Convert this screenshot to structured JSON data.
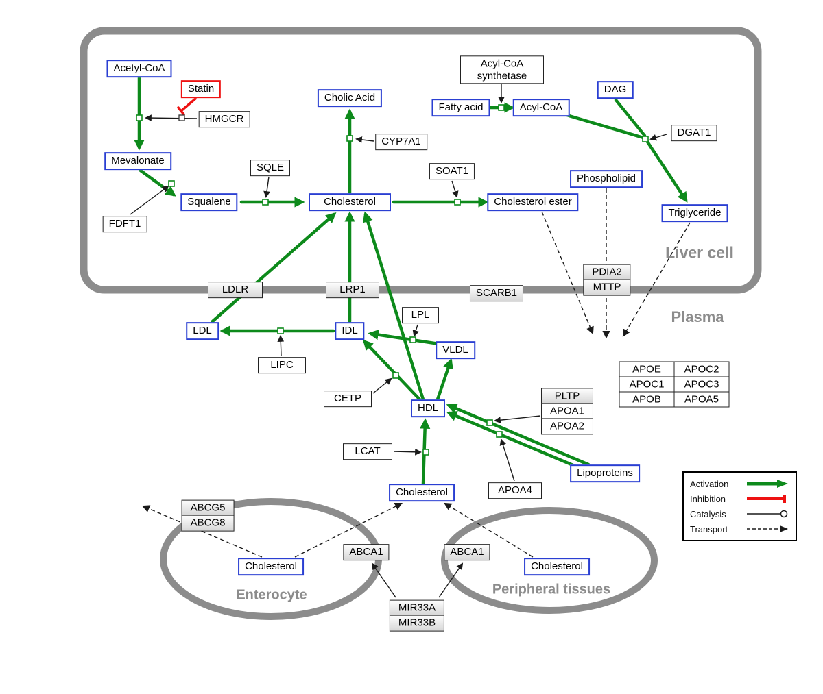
{
  "compartments": {
    "liver": "Liver cell",
    "plasma": "Plasma",
    "enterocyte": "Enterocyte",
    "peripheral": "Peripheral tissues"
  },
  "nodes": {
    "acetyl_coa": "Acetyl-CoA",
    "statin": "Statin",
    "hmgcr": "HMGCR",
    "mevalonate": "Mevalonate",
    "fdft1": "FDFT1",
    "squalene": "Squalene",
    "sqle": "SQLE",
    "cholesterol_liver": "Cholesterol",
    "cholic_acid": "Cholic Acid",
    "cyp7a1": "CYP7A1",
    "soat1": "SOAT1",
    "cholesterol_ester": "Cholesterol ester",
    "acyl_coa_synthetase": "Acyl-CoA synthetase",
    "fatty_acid": "Fatty acid",
    "acyl_coa": "Acyl-CoA",
    "dag": "DAG",
    "dgat1": "DGAT1",
    "phospholipid": "Phospholipid",
    "triglyceride": "Triglyceride",
    "ldlr": "LDLR",
    "lrp1": "LRP1",
    "scarb1": "SCARB1",
    "pdia2": "PDIA2",
    "mttp": "MTTP",
    "ldl": "LDL",
    "lipc": "LIPC",
    "idl": "IDL",
    "lpl": "LPL",
    "vldl": "VLDL",
    "cetp": "CETP",
    "hdl": "HDL",
    "lcat": "LCAT",
    "pltp": "PLTP",
    "apoa1": "APOA1",
    "apoa2": "APOA2",
    "apoa4": "APOA4",
    "lipoproteins": "Lipoproteins",
    "cholesterol_plasma": "Cholesterol",
    "abcg5": "ABCG5",
    "abcg8": "ABCG8",
    "cholesterol_enterocyte": "Cholesterol",
    "abca1_enterocyte": "ABCA1",
    "abca1_peripheral": "ABCA1",
    "cholesterol_peripheral": "Cholesterol",
    "mir33a": "MIR33A",
    "mir33b": "MIR33B"
  },
  "apolipoprotein_table": {
    "rows": [
      [
        "APOE",
        "APOC2"
      ],
      [
        "APOC1",
        "APOC3"
      ],
      [
        "APOB",
        "APOA5"
      ]
    ]
  },
  "legend": {
    "activation": "Activation",
    "inhibition": "Inhibition",
    "catalysis": "Catalysis",
    "transport": "Transport"
  },
  "colors": {
    "activation_green": "#0d8a1b",
    "inhibition_red": "#ee1111",
    "metabolite_blue": "#2a3fd2",
    "compartment_gray": "#8c8c8c"
  }
}
